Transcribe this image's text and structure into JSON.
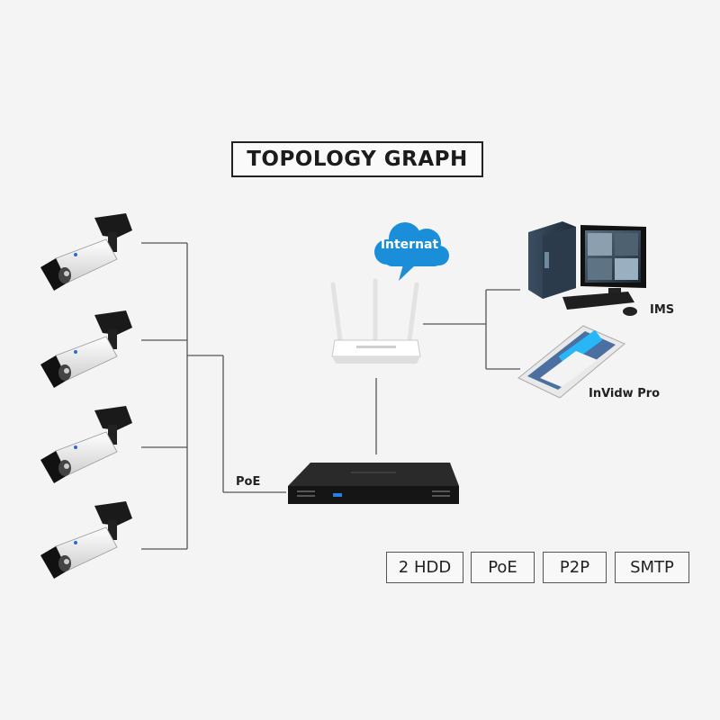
{
  "title": "TOPOLOGY GRAPH",
  "cloud": {
    "label": "Internat"
  },
  "links": {
    "poe_label": "PoE"
  },
  "clients": [
    {
      "label": "IMS"
    },
    {
      "label": "InVidw Pro"
    }
  ],
  "features": [
    "2 HDD",
    "PoE",
    "P2P",
    "SMTP"
  ],
  "camera_count": 4,
  "colors": {
    "cloud": "#1a8ed8",
    "line": "#555555",
    "nvr": "#1f1f1f"
  },
  "icons": [
    "bullet-camera-icon",
    "router-icon",
    "cloud-icon",
    "nvr-icon",
    "desktop-pc-icon",
    "smartphone-icon"
  ]
}
